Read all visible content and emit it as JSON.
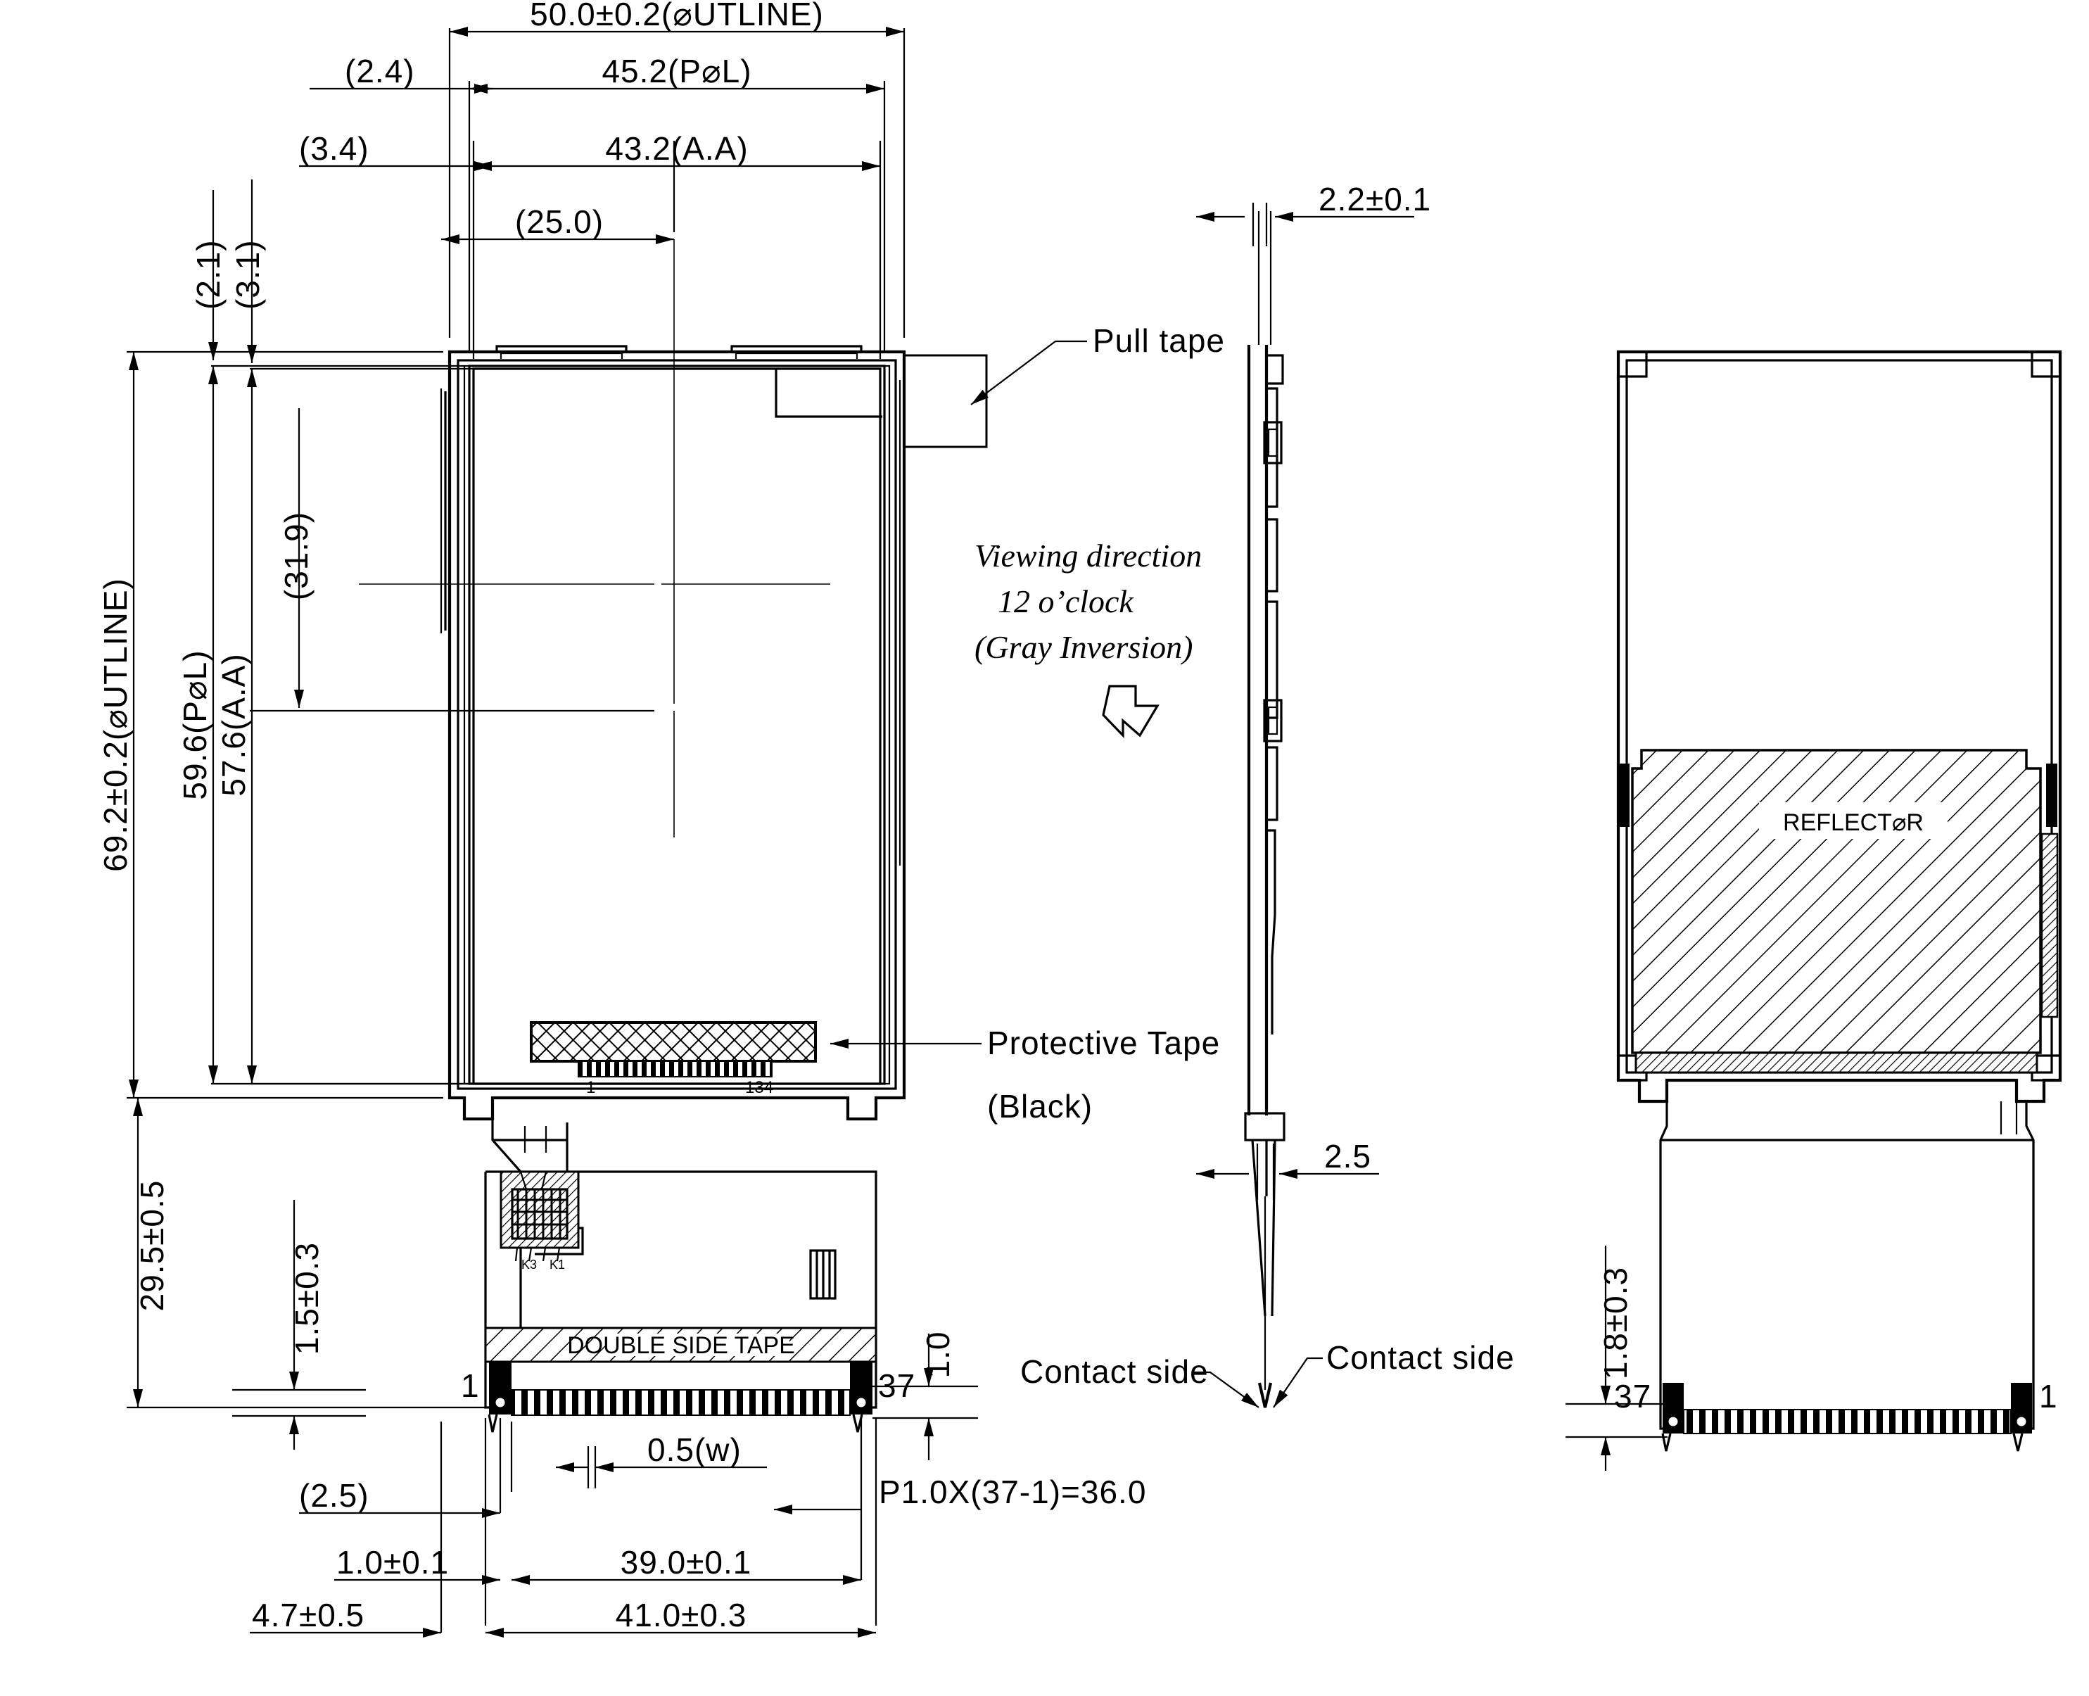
{
  "drawing": {
    "type": "mechanical-outline-drawing",
    "subject": "LCD TFT module outline dimension drawing",
    "units": "mm"
  },
  "front_view": {
    "horizontal_dimensions": [
      {
        "id": "outline_w",
        "text": "50.0±0.2(⌀UTLINE)",
        "display": "50.0±0.2(OUTLINE)",
        "value": 50.0,
        "tol": 0.2
      },
      {
        "id": "pol_w",
        "text": "45.2(P⌀L)",
        "display": "45.2(POL)",
        "value": 45.2
      },
      {
        "id": "aa_w",
        "text": "43.2(A.A)",
        "value": 43.2
      },
      {
        "id": "ref_25",
        "text": "(25.0)",
        "value": 25.0
      },
      {
        "id": "off_24",
        "text": "(2.4)",
        "value": 2.4
      },
      {
        "id": "off_34",
        "text": "(3.4)",
        "value": 3.4
      }
    ],
    "vertical_dimensions": [
      {
        "id": "outline_h",
        "text": "69.2±0.2(⌀UTLINE)",
        "display": "69.2±0.2(OUTLINE)",
        "value": 69.2,
        "tol": 0.2
      },
      {
        "id": "pol_h",
        "text": "59.6(P⌀L)",
        "display": "59.6(POL)",
        "value": 59.6
      },
      {
        "id": "aa_h",
        "text": "57.6(A.A)",
        "value": 57.6
      },
      {
        "id": "ref_319",
        "text": "(31.9)",
        "value": 31.9
      },
      {
        "id": "off_21",
        "text": "(2.1)",
        "value": 2.1
      },
      {
        "id": "off_31",
        "text": "(3.1)",
        "value": 3.1
      },
      {
        "id": "fpc_len",
        "text": "29.5±0.5",
        "value": 29.5,
        "tol": 0.5
      },
      {
        "id": "pad_h",
        "text": "1.5±0.3",
        "value": 1.5,
        "tol": 0.3
      },
      {
        "id": "pad_h2",
        "text": "1.0",
        "value": 1.0
      }
    ],
    "bottom_dimensions": [
      {
        "id": "w_pad",
        "text": "0.5(w)",
        "value": 0.5
      },
      {
        "id": "pitch",
        "text": "P1.0X(37-1)=36.0",
        "pitch": 1.0,
        "pins": 37,
        "total": 36.0
      },
      {
        "id": "off_25",
        "text": "(2.5)",
        "value": 2.5
      },
      {
        "id": "d_10",
        "text": "1.0±0.1",
        "value": 1.0,
        "tol": 0.1
      },
      {
        "id": "d_390",
        "text": "39.0±0.1",
        "value": 39.0,
        "tol": 0.1
      },
      {
        "id": "d_47",
        "text": "4.7±0.5",
        "value": 4.7,
        "tol": 0.5
      },
      {
        "id": "d_410",
        "text": "41.0±0.3",
        "value": 41.0,
        "tol": 0.3
      }
    ],
    "pin_labels": {
      "first": "1",
      "last": "37",
      "driver_first": "1",
      "driver_last": "134"
    },
    "chip_marks": [
      "K3",
      "K1"
    ],
    "tape_label": "DOUBLE SIDE TAPE"
  },
  "side_view": {
    "thickness_dim": {
      "text": "2.2±0.1",
      "value": 2.2,
      "tol": 0.1
    },
    "tail_dim": {
      "text": "2.5",
      "value": 2.5
    },
    "contact_left": "Contact side",
    "contact_right": "Contact side"
  },
  "rear_view": {
    "reflector_label": "REFLECT⌀R",
    "reflector_display": "REFLECTOR",
    "pad_dim": {
      "text": "1.8±0.3",
      "value": 1.8,
      "tol": 0.3
    },
    "pin_left": "37",
    "pin_right": "1"
  },
  "callouts": [
    {
      "id": "pull-tape",
      "text": "Pull tape"
    },
    {
      "id": "protective-tape-line1",
      "text": "Protective Tape"
    },
    {
      "id": "protective-tape-line2",
      "text": "(Black)"
    },
    {
      "id": "viewing-1",
      "text": "Viewing direction"
    },
    {
      "id": "viewing-2",
      "text": "12 o’clock"
    },
    {
      "id": "viewing-3",
      "text": "(Gray Inversion)"
    }
  ],
  "colors": {
    "line": "#000000",
    "background": "#ffffff"
  }
}
